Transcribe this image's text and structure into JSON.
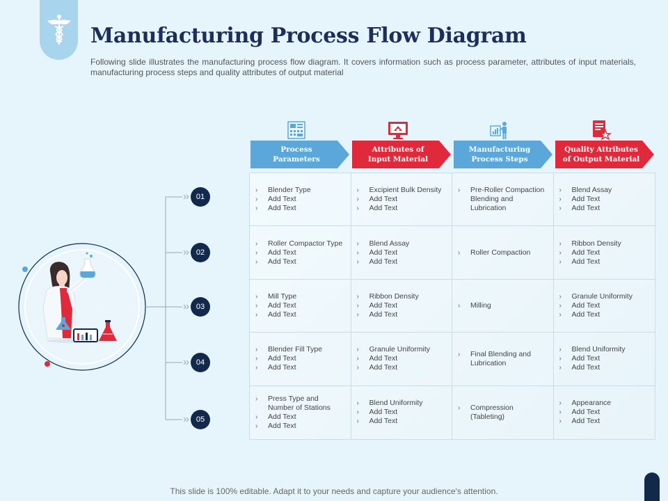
{
  "title": "Manufacturing Process Flow Diagram",
  "subtitle": "Following slide illustrates the manufacturing process flow diagram. It covers information such as process parameter, attributes of input materials, manufacturing process steps and quality attributes of output material",
  "footer": "This slide is 100% editable. Adapt it to your needs and capture your audience's attention.",
  "columns": [
    {
      "label_line1": "Process",
      "label_line2": "Parameters",
      "color": "#5ca7d9",
      "icon": "control-panel-icon"
    },
    {
      "label_line1": "Attributes of",
      "label_line2": "Input Material",
      "color": "#e0293a",
      "icon": "monitor-icon"
    },
    {
      "label_line1": "Manufacturing",
      "label_line2": "Process Steps",
      "color": "#5ca7d9",
      "icon": "worker-presentation-icon"
    },
    {
      "label_line1": "Quality Attributes",
      "label_line2": "of Output Material",
      "color": "#e0293a",
      "icon": "quality-certificate-icon"
    }
  ],
  "steps": [
    "01",
    "02",
    "03",
    "04",
    "05"
  ],
  "rows": [
    [
      [
        "Blender Type",
        "Add Text",
        "Add Text"
      ],
      [
        "Excipient Bulk Density",
        "Add Text",
        "Add Text"
      ],
      [
        "Pre-Roller Compaction Blending and Lubrication"
      ],
      [
        "Blend Assay",
        "Add Text",
        "Add Text"
      ]
    ],
    [
      [
        "Roller Compactor Type",
        "Add Text",
        "Add Text"
      ],
      [
        "Blend Assay",
        "Add Text",
        "Add Text"
      ],
      [
        "Roller Compaction"
      ],
      [
        "Ribbon Density",
        "Add Text",
        "Add Text"
      ]
    ],
    [
      [
        "Mill Type",
        "Add Text",
        "Add Text"
      ],
      [
        "Ribbon Density",
        "Add Text",
        "Add Text"
      ],
      [
        "Milling"
      ],
      [
        "Granule Uniformity",
        "Add Text",
        "Add Text"
      ]
    ],
    [
      [
        "Blender Fill Type",
        "Add Text",
        "Add Text"
      ],
      [
        "Granule Uniformity",
        "Add Text",
        "Add Text"
      ],
      [
        "Final Blending and Lubrication"
      ],
      [
        "Blend Uniformity",
        "Add Text",
        "Add Text"
      ]
    ],
    [
      [
        "Press Type and Number of Stations",
        "Add Text",
        "Add Text"
      ],
      [
        "Blend Uniformity",
        "Add Text",
        "Add Text"
      ],
      [
        "Compression (Tableting)"
      ],
      [
        "Appearance",
        "Add Text",
        "Add Text"
      ]
    ]
  ],
  "bullet_icon": "chevron-right-icon",
  "logo_icon": "caduceus-icon",
  "illustration_icon": "scientist-with-flasks-icon",
  "colors": {
    "navy": "#13294b",
    "title": "#1e2e5a",
    "blue": "#5ca7d9",
    "red": "#e0293a",
    "background": "#e6f5fb"
  }
}
